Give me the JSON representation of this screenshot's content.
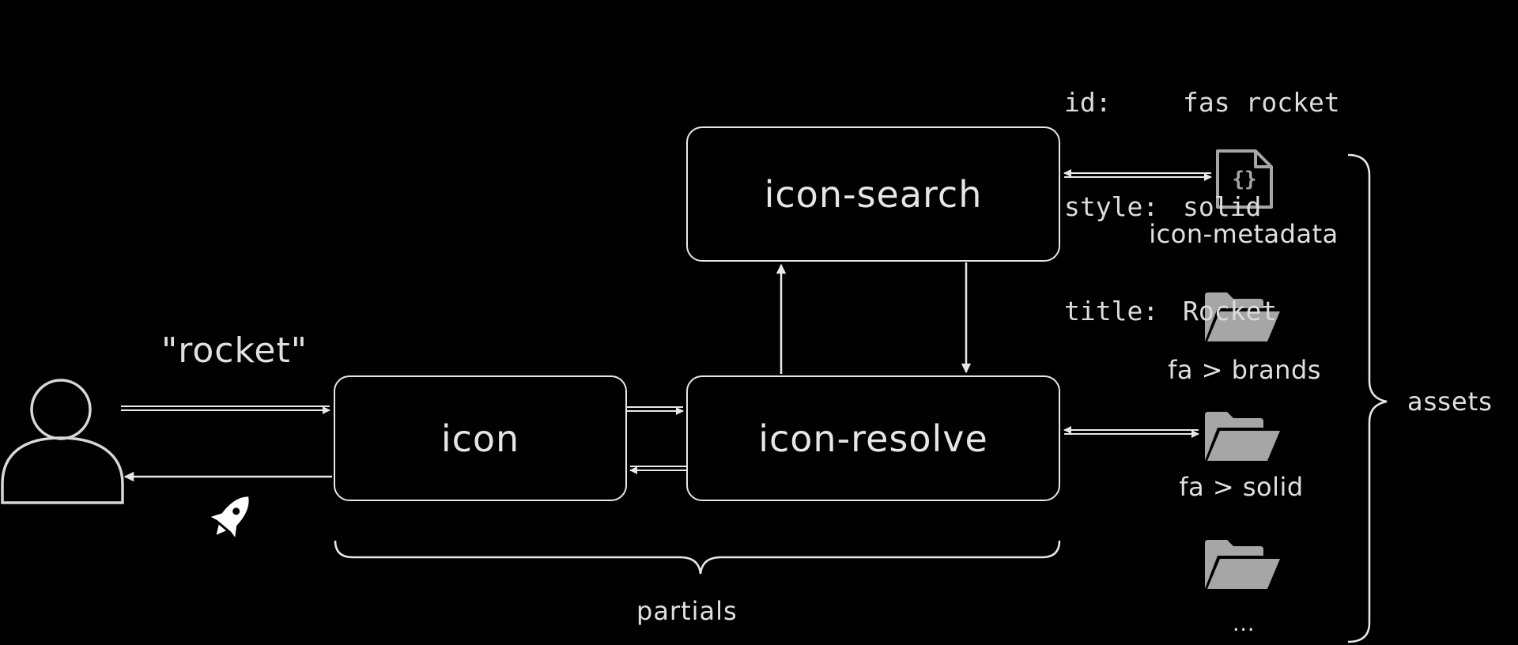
{
  "nodes": {
    "icon": "icon",
    "icon_resolve": "icon-resolve",
    "icon_search": "icon-search"
  },
  "labels": {
    "query": "\"rocket\"",
    "partials": "partials",
    "assets": "assets"
  },
  "metadata": {
    "rows": [
      {
        "key": "id:",
        "value": "fas rocket"
      },
      {
        "key": "style:",
        "value": "solid"
      },
      {
        "key": "title:",
        "value": "Rocket"
      }
    ]
  },
  "assets": {
    "metadata_file": "icon-metadata",
    "brands_folder": "fa > brands",
    "solid_folder": "fa > solid",
    "more_folder": "..."
  },
  "icons": [
    "user-icon",
    "rocket-icon",
    "json-file-icon",
    "folder-icon"
  ],
  "colors": {
    "background": "#000000",
    "stroke": "#e8e8e8",
    "folder": "#a6a6a6"
  }
}
